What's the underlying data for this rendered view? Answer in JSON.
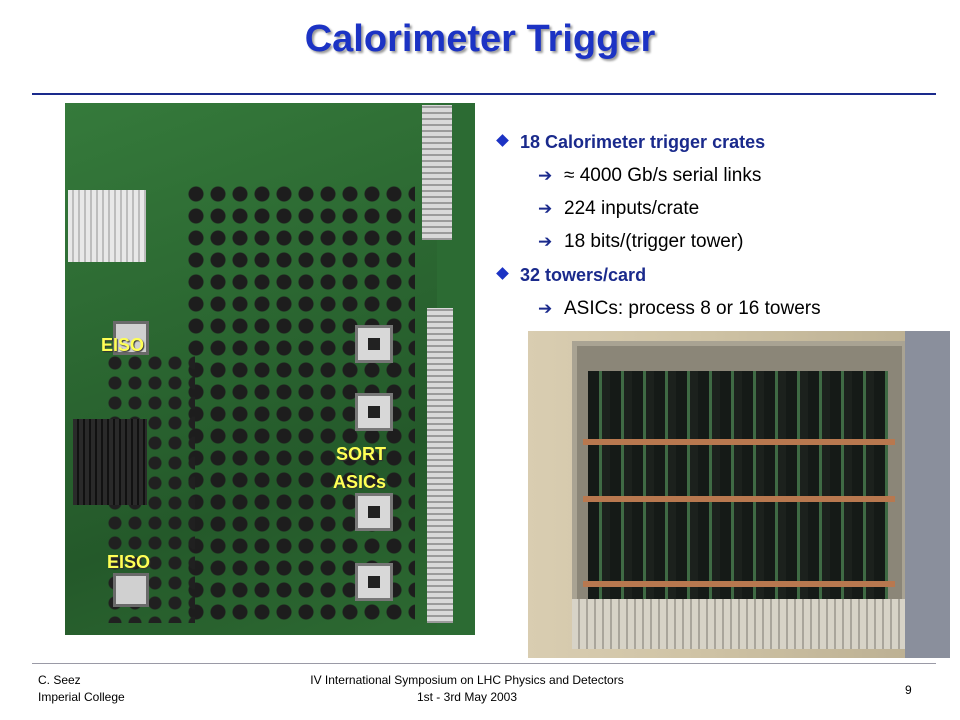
{
  "title": "Calorimeter Trigger",
  "bullets": [
    {
      "text": "18 Calorimeter trigger crates",
      "sub": [
        "≈ 4000 Gb/s serial links",
        "224 inputs/crate",
        "18 bits/(trigger tower)"
      ]
    },
    {
      "text": "32 towers/card",
      "sub": [
        "ASICs: process 8 or 16 towers"
      ]
    }
  ],
  "sub_marker": "➔",
  "board_labels": {
    "eiso_top": "EISO",
    "sort_line1": "SORT",
    "sort_line2": "ASICs",
    "eiso_bottom": "EISO"
  },
  "footer": {
    "author": "C. Seez",
    "institution": "Imperial College",
    "event_line1": "IV International Symposium on LHC Physics and Detectors",
    "event_line2": "1st - 3rd May 2003",
    "page": "9"
  },
  "colors": {
    "title": "#1c33c4",
    "bullet": "#1a2a8c",
    "label": "#ffff55"
  }
}
